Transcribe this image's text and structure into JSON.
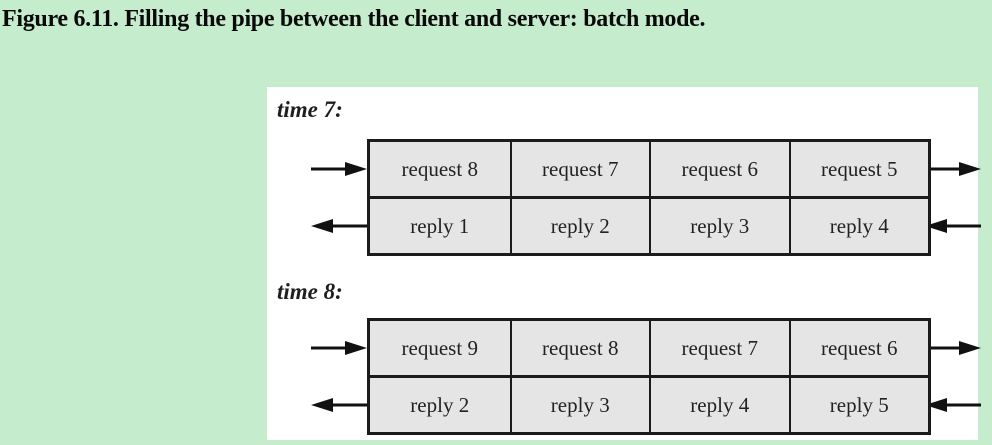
{
  "title": "Figure 6.11. Filling the pipe between the client and server: batch mode.",
  "colors": {
    "background": "#c6ecce",
    "panel": "#ffffff",
    "cell_fill": "#e5e5e5",
    "line": "#1b1b1b"
  },
  "diagrams": [
    {
      "time_label": "time 7:",
      "request_cells": [
        "request 8",
        "request 7",
        "request 6",
        "request 5"
      ],
      "reply_cells": [
        "reply 1",
        "reply 2",
        "reply 3",
        "reply 4"
      ]
    },
    {
      "time_label": "time 8:",
      "request_cells": [
        "request 9",
        "request 8",
        "request 7",
        "request 6"
      ],
      "reply_cells": [
        "reply 2",
        "reply 3",
        "reply 4",
        "reply 5"
      ]
    }
  ]
}
